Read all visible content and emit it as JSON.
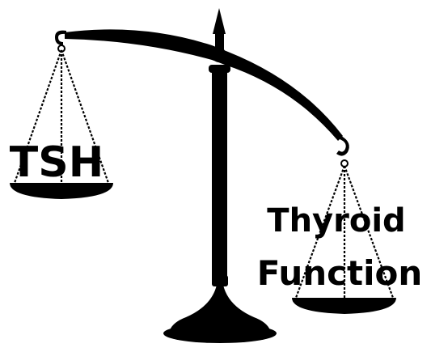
{
  "labels": {
    "left_pan": "TSH",
    "right_pan_line1": "Thyroid",
    "right_pan_line2": "Function"
  },
  "colors": {
    "ink": "#000000",
    "background": "#ffffff"
  }
}
